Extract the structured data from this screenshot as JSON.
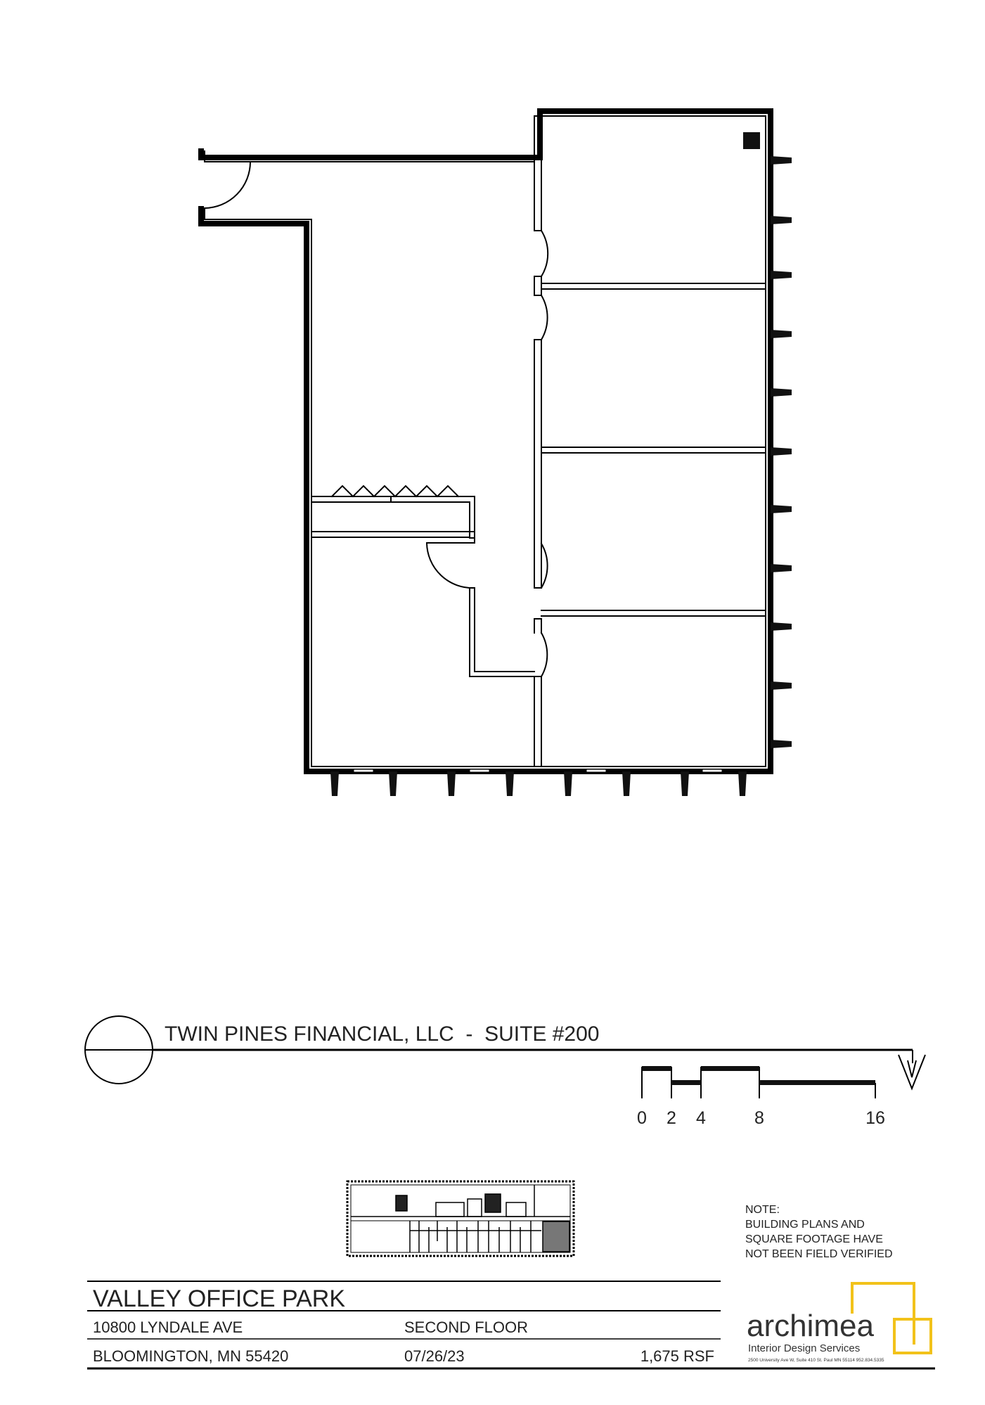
{
  "title_block": {
    "suite_title": "TWIN PINES FINANCIAL, LLC  -  SUITE #200",
    "scale_labels": [
      "0",
      "2",
      "4",
      "8",
      "16"
    ],
    "project_name": "VALLEY OFFICE PARK",
    "address_line1": "10800 LYNDALE AVE",
    "address_line2": "BLOOMINGTON, MN 55420",
    "floor": "SECOND FLOOR",
    "date": "07/26/23",
    "area": "1,675 RSF"
  },
  "note": {
    "heading": "NOTE:",
    "lines": [
      "BUILDING PLANS AND",
      "SQUARE FOOTAGE HAVE",
      "NOT BEEN FIELD VERIFIED"
    ]
  },
  "logo": {
    "wordmark": "archimea",
    "tagline": "Interior Design Services",
    "fine_print": "2500 University Ave W, Suite 410 St. Paul MN 55114  952.834.5335",
    "accent_color": "#f2c21a"
  }
}
